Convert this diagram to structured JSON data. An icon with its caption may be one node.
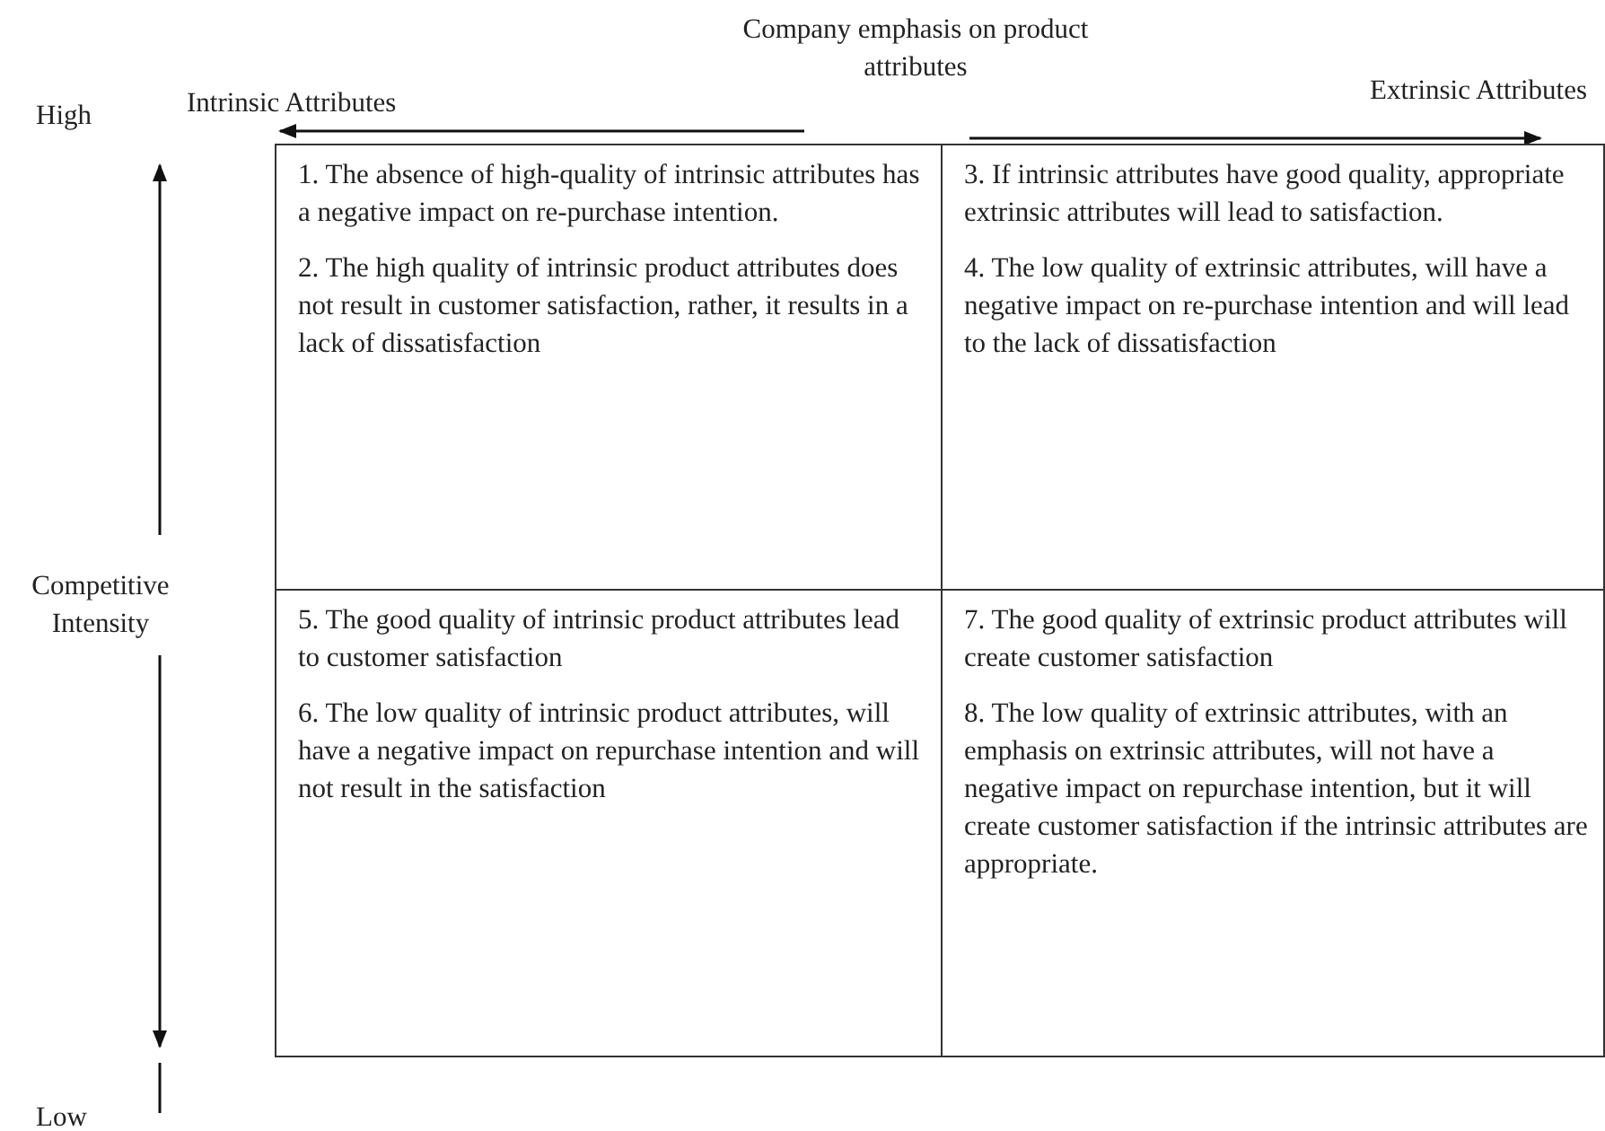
{
  "diagram": {
    "nodes": [
      {
        "text": [
          "1.  The absence of high-quality of intrinsic attributes has a negative impact on re-purchase intention.",
          "2. The high quality of intrinsic product attributes does not result in customer satisfaction, rather, it results in a lack of dissatisfaction"
        ]
      },
      {
        "text": [
          "3. If intrinsic attributes have good quality, appropriate extrinsic attributes will lead to satisfaction.",
          "4. The low quality of extrinsic attributes, will have a negative impact on re-purchase intention and will lead to the lack of dissatisfaction"
        ]
      },
      {
        "text": [
          "5. The good quality of intrinsic product attributes lead to customer satisfaction",
          "6. The low quality of intrinsic product attributes, will have a negative impact on repurchase intention and will not result in the satisfaction"
        ]
      },
      {
        "text": [
          "7. The good quality of extrinsic product attributes will create customer satisfaction",
          "8. The low quality of extrinsic attributes, with an emphasis on extrinsic attributes, will not have a negative impact on repurchase intention, but it will create customer satisfaction if the intrinsic attributes are appropriate."
        ]
      }
    ],
    "labels": [
      "Company emphasis on product attributes",
      "High",
      "Intrinsic Attributes",
      "Extrinsic Attributes",
      "Competitive Intensity",
      "Low"
    ]
  }
}
